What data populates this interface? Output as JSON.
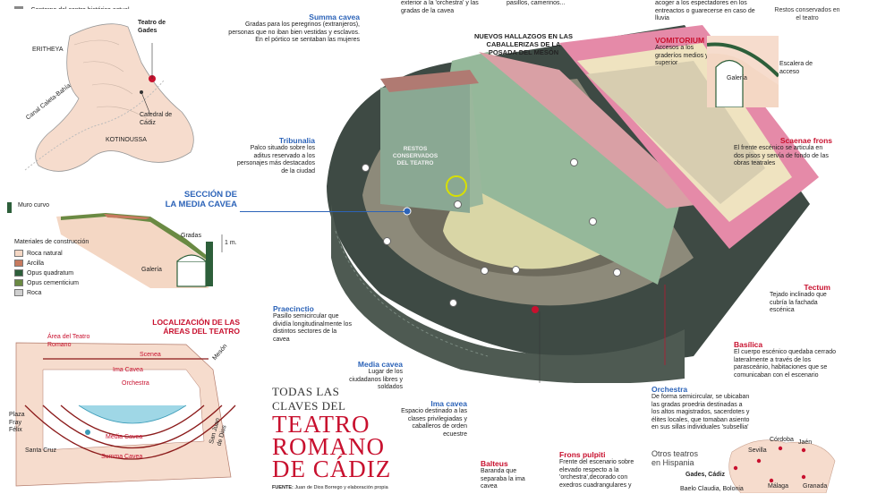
{
  "top_left": {
    "legend_line": "Contorno del centro histórico actual",
    "map_labels": {
      "eritheya": "ERITHEYA",
      "teatro_gades": "Teatro de Gades",
      "canal": "Canal Caleta-Bahía",
      "catedral": "Catedral de Cádiz",
      "kotinoussa": "KOTINOUSSA"
    }
  },
  "section": {
    "muro_curvo": "Muro curvo",
    "gradas": "Gradas",
    "galeria": "Galería",
    "scale": "1 m.",
    "materials_title": "Materiales de construcción",
    "materials": [
      {
        "label": "Roca natural",
        "color": "#f4d7c4"
      },
      {
        "label": "Arcilla",
        "color": "#c77a5f"
      },
      {
        "label": "Opus quadratum",
        "color": "#2d5f3a"
      },
      {
        "label": "Opus cementicium",
        "color": "#6a8a43"
      },
      {
        "label": "Roca",
        "color": "#cfcfcf"
      }
    ]
  },
  "localizacion": {
    "title_line1": "LOCALIZACIÓN DE LAS",
    "title_line2": "ÁREAS DEL TEATRO",
    "labels": {
      "area": "Área del Teatro Romano",
      "scenea": "Scenea",
      "meson": "Mesón",
      "ima": "Ima Cavea",
      "orchestra": "Orchestra",
      "media": "Media Cavea",
      "summa": "Summa Cavea",
      "plaza": "Plaza Fray Félix",
      "santa_cruz": "Santa Cruz",
      "san_juan": "San Juan de Dios"
    }
  },
  "annotations": {
    "summa_cavea": {
      "title": "Summa cavea",
      "text": "Gradas para los peregrinos (extranjeros), personas que no iban bien vestidas y esclavos. En el pórtico se sentaban las mujeres"
    },
    "top_clip1": "exterior a la 'orchestra' y las gradas de la cavea",
    "top_clip2": "pasillos, camerinos...",
    "top_clip3": "acoger a los espectadores en los entreactos o guarecerse en caso de lluvia",
    "nuevos": "NUEVOS HALLAZGOS EN LAS CABALLERIZAS DE LA POSADA DEL MESÓN",
    "restos_top": "Restos conservados en el teatro",
    "vomitorium": {
      "title": "VOMITORIUM",
      "text": "Accesos a los graderíos medios y superior"
    },
    "escalera": "Escalera de acceso",
    "galeria_right": "Galería",
    "tribunalia": {
      "title": "Tribunalia",
      "text": "Palco situado sobre los aditus reservado a los personajes más destacados de la ciudad"
    },
    "restos_center": "RESTOS CONSERVADOS DEL TEATRO",
    "seccion_media": {
      "line1": "SECCIÓN DE",
      "line2": "LA MEDIA CAVEA"
    },
    "scaenae": {
      "title": "Scaenae frons",
      "text": "El frente escénico se articula en dos pisos y servía de fondo de las obras teatrales"
    },
    "tectum": {
      "title": "Tectum",
      "text": "Tejado inclinado que cubría la fachada escénica"
    },
    "praecinctio": {
      "title": "Praecinctio",
      "text": "Pasillo semicircular que dividía longitudinalmente los distintos sectores de la cavea"
    },
    "basilica": {
      "title": "Basílica",
      "text": "El cuerpo escénico quedaba cerrado lateralmente a través de los parasceánio, habitaciones que se comunicaban con el escenario"
    },
    "media_cavea": {
      "title": "Media cavea",
      "text": "Lugar de los ciudadanos libres y soldados"
    },
    "ima_cavea": {
      "title": "Ima cavea",
      "text": "Espacio destinado a las clases privilegiadas y caballeros de orden ecuestre"
    },
    "orchestra": {
      "title": "Orchestra",
      "text": "De forma semicircular, se ubicaban las gradas proedria destinadas a los altos magistrados, sacerdotes y élites locales, que tomaban asiento en sus sillas individuales 'subsellia'"
    },
    "balteus": {
      "title": "Balteus",
      "text": "Baranda que separaba la ima cavea"
    },
    "frons": {
      "title": "Frons pulpiti",
      "text": "Frente del escenario sobre elevado respecto a la 'orchestra',decorado con exedros cuadrangulares y"
    },
    "otros": {
      "title": "Otros teatros",
      "title2": "en Hispania"
    },
    "cities": {
      "cordoba": "Córdoba",
      "jaen": "Jaén",
      "sevilla": "Sevilla",
      "gades": "Gades, Cádiz",
      "malaga": "Málaga",
      "granada": "Granada",
      "baelo": "Baelo Claudia, Bolonia"
    }
  },
  "main_title": {
    "line1": "TODAS LAS",
    "line2": "CLAVES DEL",
    "big1": "TEATRO",
    "big2": "ROMANO",
    "big3": "DE CÁDIZ"
  },
  "fuente": {
    "label": "FUENTE:",
    "text": "Juan de Dios Borrego y elaboración propia"
  }
}
